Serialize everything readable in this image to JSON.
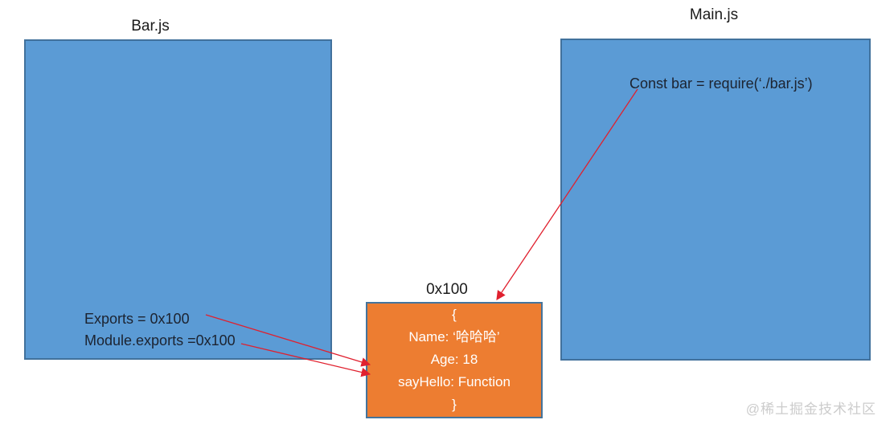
{
  "diagram": {
    "bar_box": {
      "title": "Bar.js",
      "lines": [
        "Exports = 0x100",
        "Module.exports =0x100"
      ]
    },
    "main_box": {
      "title": "Main.js",
      "code": "Const bar = require(‘./bar.js’)"
    },
    "object_box": {
      "title": "0x100",
      "lines": [
        "{",
        "Name: ‘哈哈哈’",
        "Age: 18",
        "sayHello: Function",
        "}"
      ]
    },
    "watermark": "@稀土掘金技术社区",
    "colors": {
      "module_box_fill": "#5b9bd5",
      "module_box_border": "#41719c",
      "object_box_fill": "#ed7d31",
      "object_box_border": "#44749c",
      "arrow": "#e0202e",
      "code_text": "#1c2330",
      "object_text": "#ffffff",
      "watermark_text": "#cccccc"
    }
  }
}
